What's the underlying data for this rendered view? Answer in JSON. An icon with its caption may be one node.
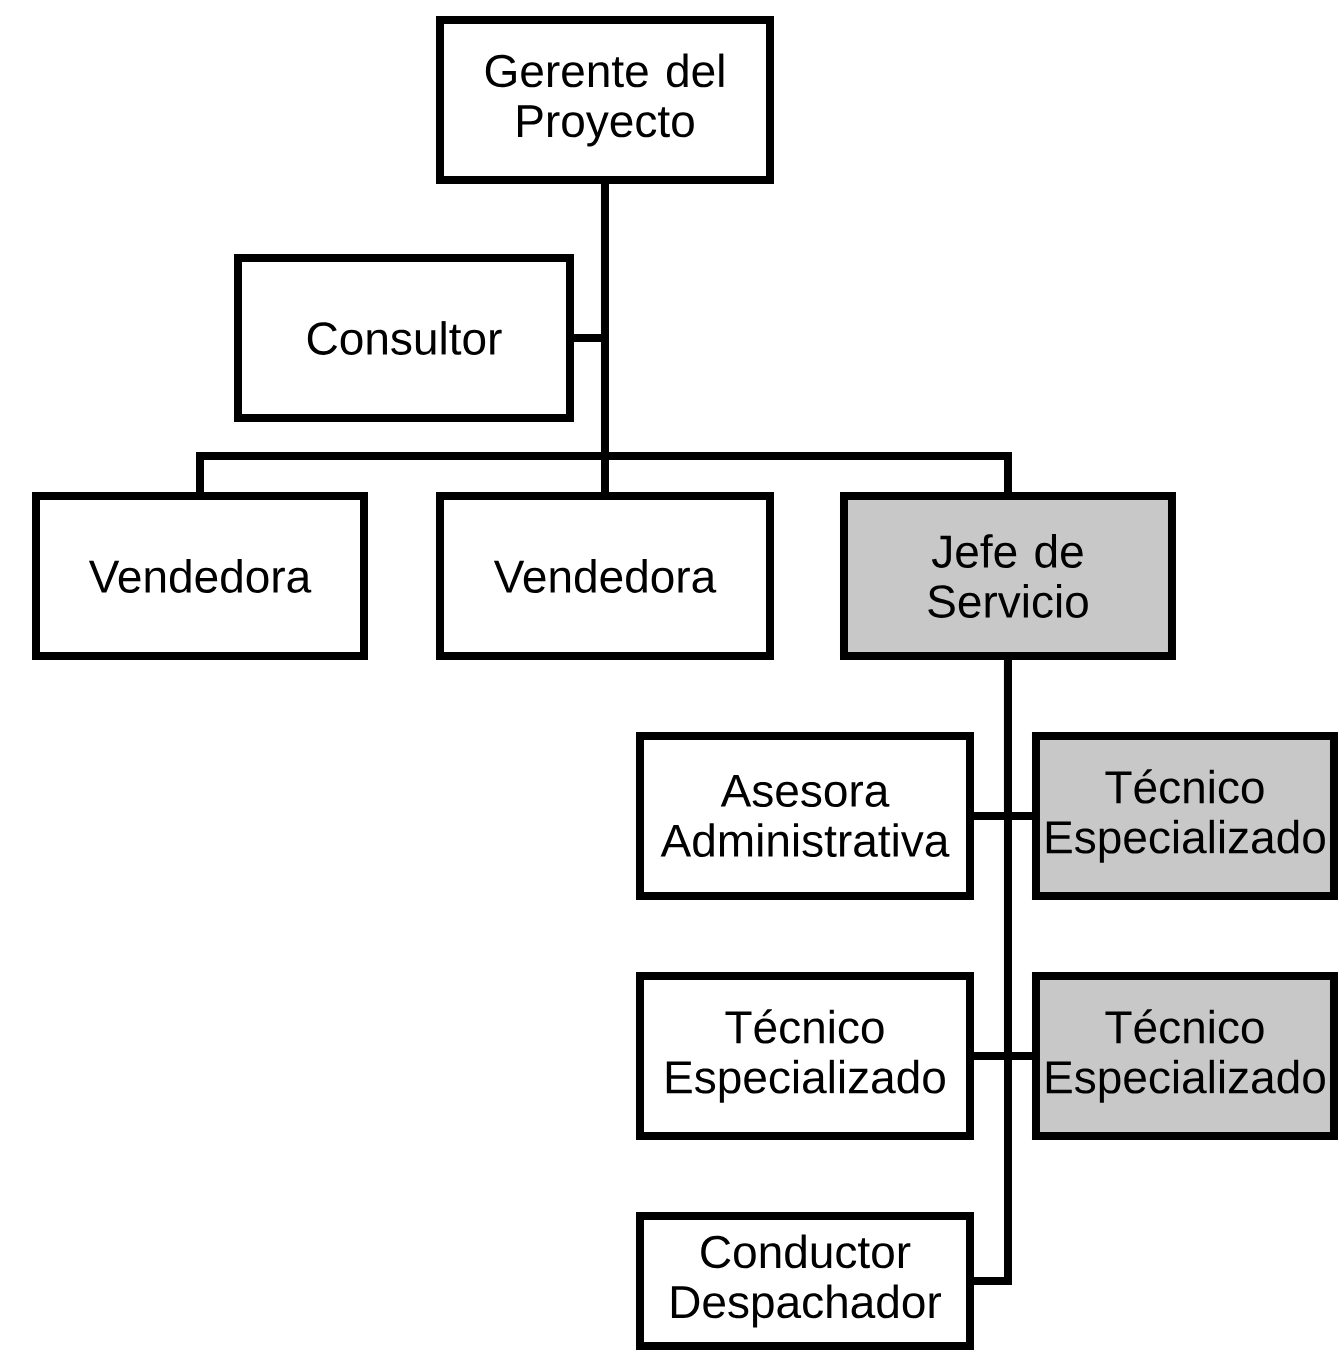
{
  "diagram": {
    "nodes": [
      {
        "text": [
          "Gerente del Proyecto"
        ]
      },
      {
        "text": [
          "Consultor"
        ]
      },
      {
        "text": [
          "Vendedora"
        ]
      },
      {
        "text": [
          "Vendedora"
        ]
      },
      {
        "text": [
          "Jefe de Servicio"
        ]
      },
      {
        "text": [
          "Asesora Administrativa"
        ]
      },
      {
        "text": [
          "Técnico Especializado"
        ]
      },
      {
        "text": [
          "Técnico Especializado"
        ]
      },
      {
        "text": [
          "Técnico Especializado"
        ]
      },
      {
        "text": [
          "Conductor Despachador"
        ]
      }
    ],
    "edges": [
      {
        "from": 0,
        "to": 1,
        "arrow": "none"
      },
      {
        "from": 0,
        "to": 2,
        "arrow": "none"
      },
      {
        "from": 0,
        "to": 3,
        "arrow": "none"
      },
      {
        "from": 0,
        "to": 4,
        "arrow": "none"
      },
      {
        "from": 4,
        "to": 5,
        "arrow": "none"
      },
      {
        "from": 4,
        "to": 6,
        "arrow": "none"
      },
      {
        "from": 4,
        "to": 7,
        "arrow": "none"
      },
      {
        "from": 4,
        "to": 8,
        "arrow": "none"
      },
      {
        "from": 4,
        "to": 9,
        "arrow": "none"
      }
    ]
  }
}
